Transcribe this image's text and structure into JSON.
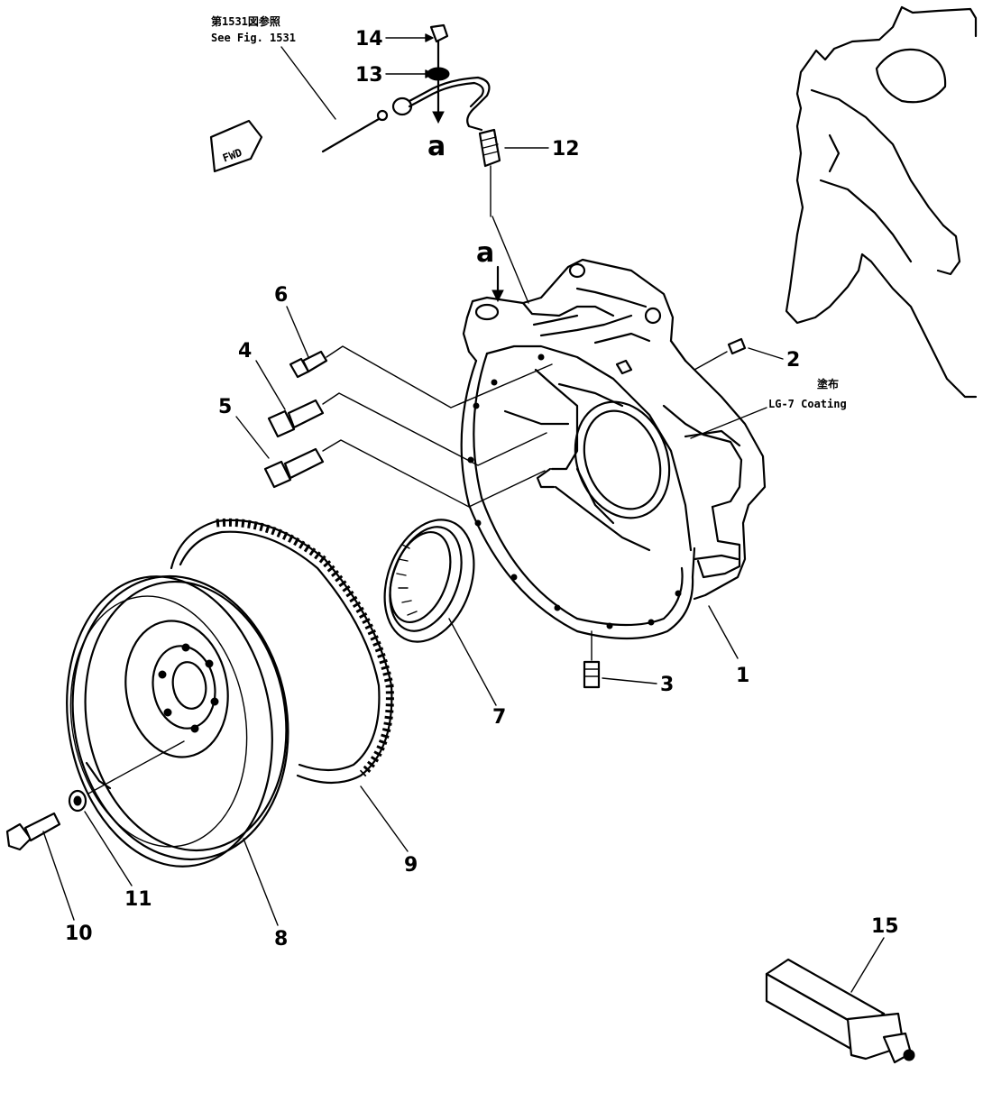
{
  "notes": {
    "see_fig_jp": "第1531図参照",
    "see_fig_en": "See Fig. 1531",
    "coating_jp": "塗布",
    "coating_en": "LG-7 Coating",
    "fwd": "FWD"
  },
  "refs": {
    "a_top": "a",
    "a_mid": "a"
  },
  "callouts": {
    "c1": "1",
    "c2": "2",
    "c3": "3",
    "c4": "4",
    "c5": "5",
    "c6": "6",
    "c7": "7",
    "c8": "8",
    "c9": "9",
    "c10": "10",
    "c11": "11",
    "c12": "12",
    "c13": "13",
    "c14": "14",
    "c15": "15"
  }
}
